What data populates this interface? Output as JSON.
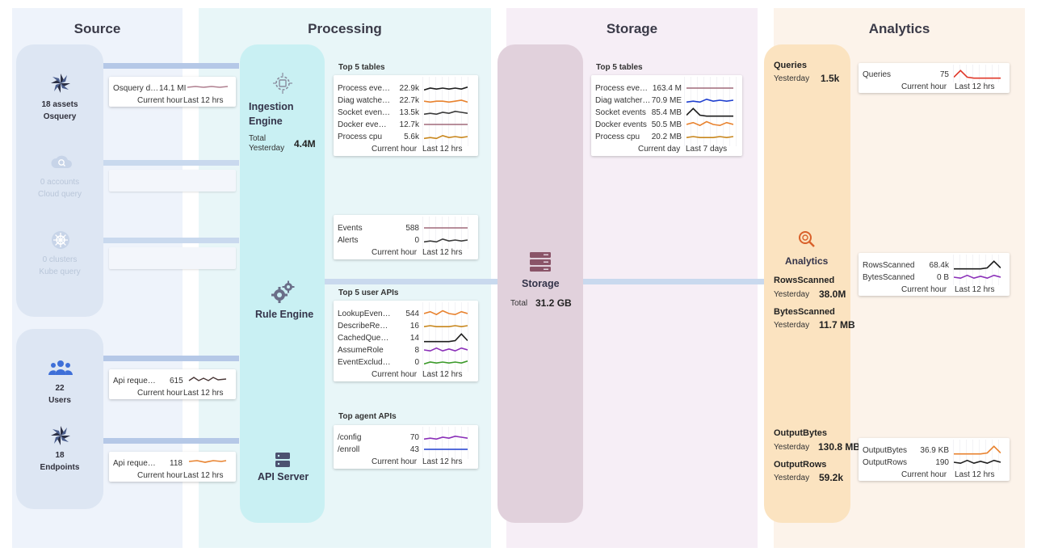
{
  "lanes": {
    "source": "Source",
    "processing": "Processing",
    "storage": "Storage",
    "analytics": "Analytics"
  },
  "colors": {
    "source_lane": "#eef3fb",
    "processing_lane": "#e8f6f8",
    "storage_lane": "#f6eef6",
    "analytics_lane": "#fcf3ea",
    "pipe": "#b5c8e7"
  },
  "source": {
    "osquery": {
      "count": "18 assets",
      "name": "Osquery",
      "icon": "kubernetes-pinwheel-icon"
    },
    "cloud": {
      "count": "0 accounts",
      "name": "Cloud query",
      "icon": "cloud-search-icon"
    },
    "kube": {
      "count": "0 clusters",
      "name": "Kube query",
      "icon": "helm-wheel-icon"
    },
    "users": {
      "count": "22",
      "name": "Users",
      "icon": "users-icon"
    },
    "endpoints": {
      "count": "18",
      "name": "Endpoints",
      "icon": "kubernetes-pinwheel-icon"
    },
    "osquery_card": {
      "label": "Osquery d…",
      "value": "14.1 MI",
      "current": "Current hour",
      "range": "Last 12 hrs"
    },
    "users_card": {
      "label": "Api reque…",
      "value": "615",
      "current": "Current hour",
      "range": "Last 12 hrs"
    },
    "endpoints_card": {
      "label": "Api reque…",
      "value": "118",
      "current": "Current hour",
      "range": "Last 12 hrs"
    }
  },
  "processing": {
    "ingestion": {
      "title_line1": "Ingestion",
      "title_line2": "Engine",
      "total_label_1": "Total",
      "total_label_2": "Yesterday",
      "total_value": "4.4M",
      "icon": "chip-gear-icon"
    },
    "rule_engine": {
      "title": "Rule Engine",
      "icon": "gears-icon"
    },
    "api_server": {
      "title": "API Server",
      "icon": "server-icon"
    },
    "top_tables": {
      "title": "Top 5 tables",
      "rows": [
        {
          "name": "Process eve…",
          "value": "22.9k",
          "color": "#1d1d1d"
        },
        {
          "name": "Diag watche…",
          "value": "22.7k",
          "color": "#e8822e"
        },
        {
          "name": "Socket even…",
          "value": "13.5k",
          "color": "#3b3b3b"
        },
        {
          "name": "Docker eve…",
          "value": "12.7k",
          "color": "#a06a7a"
        },
        {
          "name": "Process cpu",
          "value": "5.6k",
          "color": "#c8861c"
        }
      ],
      "current": "Current hour",
      "range": "Last 12 hrs"
    },
    "events": {
      "rows": [
        {
          "name": "Events",
          "value": "588",
          "color": "#a06a7a"
        },
        {
          "name": "Alerts",
          "value": "0",
          "color": "#3b3b3b"
        }
      ],
      "current": "Current hour",
      "range": "Last 12 hrs"
    },
    "user_apis": {
      "title": "Top 5 user APIs",
      "rows": [
        {
          "name": "LookupEven…",
          "value": "544",
          "color": "#e8822e"
        },
        {
          "name": "DescribeRe…",
          "value": "16",
          "color": "#c8861c"
        },
        {
          "name": "CachedQue…",
          "value": "14",
          "color": "#1d1d1d"
        },
        {
          "name": "AssumeRole",
          "value": "8",
          "color": "#8a2fb8"
        },
        {
          "name": "EventExclud…",
          "value": "0",
          "color": "#3c9a2a"
        }
      ],
      "current": "Current hour",
      "range": "Last 12 hrs"
    },
    "agent_apis": {
      "title": "Top agent APIs",
      "rows": [
        {
          "name": "/config",
          "value": "70",
          "color": "#8a2fb8"
        },
        {
          "name": "/enroll",
          "value": "43",
          "color": "#1f3fcf"
        }
      ],
      "current": "Current hour",
      "range": "Last 12 hrs"
    }
  },
  "storage": {
    "title": "Storage",
    "total_label": "Total",
    "total_value": "31.2 GB",
    "icon": "database-server-icon",
    "top_tables": {
      "title": "Top 5 tables",
      "rows": [
        {
          "name": "Process eve…",
          "value": "163.4 M",
          "color": "#a06a7a"
        },
        {
          "name": "Diag watcher…",
          "value": "70.9 ME",
          "color": "#1f3fcf"
        },
        {
          "name": "Socket events",
          "value": "85.4 MB",
          "color": "#1d1d1d"
        },
        {
          "name": "Docker events",
          "value": "50.5 MB",
          "color": "#e8822e"
        },
        {
          "name": "Process cpu",
          "value": "20.2 MB",
          "color": "#c8861c"
        }
      ],
      "current": "Current day",
      "range": "Last 7 days"
    }
  },
  "analytics": {
    "queries": {
      "title": "Queries",
      "yesterday_label": "Yesterday",
      "value": "1.5k"
    },
    "node": {
      "title": "Analytics",
      "icon": "search-analytics-icon"
    },
    "rows_scanned": {
      "title": "RowsScanned",
      "yesterday_label": "Yesterday",
      "value": "38.0M"
    },
    "bytes_scanned": {
      "title": "BytesScanned",
      "yesterday_label": "Yesterday",
      "value": "11.7 MB"
    },
    "output_bytes": {
      "title": "OutputBytes",
      "yesterday_label": "Yesterday",
      "value": "130.8 MB"
    },
    "output_rows": {
      "title": "OutputRows",
      "yesterday_label": "Yesterday",
      "value": "59.2k"
    },
    "queries_card": {
      "rows": [
        {
          "name": "Queries",
          "value": "75",
          "color": "#e0392b"
        }
      ],
      "current": "Current hour",
      "range": "Last 12 hrs"
    },
    "scan_card": {
      "rows": [
        {
          "name": "RowsScanned",
          "value": "68.4k",
          "color": "#1d1d1d"
        },
        {
          "name": "BytesScanned",
          "value": "0 B",
          "color": "#8a2fb8"
        }
      ],
      "current": "Current hour",
      "range": "Last 12 hrs"
    },
    "output_card": {
      "rows": [
        {
          "name": "OutputBytes",
          "value": "36.9 KB",
          "color": "#e8822e"
        },
        {
          "name": "OutputRows",
          "value": "190",
          "color": "#1d1d1d"
        }
      ],
      "current": "Current hour",
      "range": "Last 12 hrs"
    }
  }
}
